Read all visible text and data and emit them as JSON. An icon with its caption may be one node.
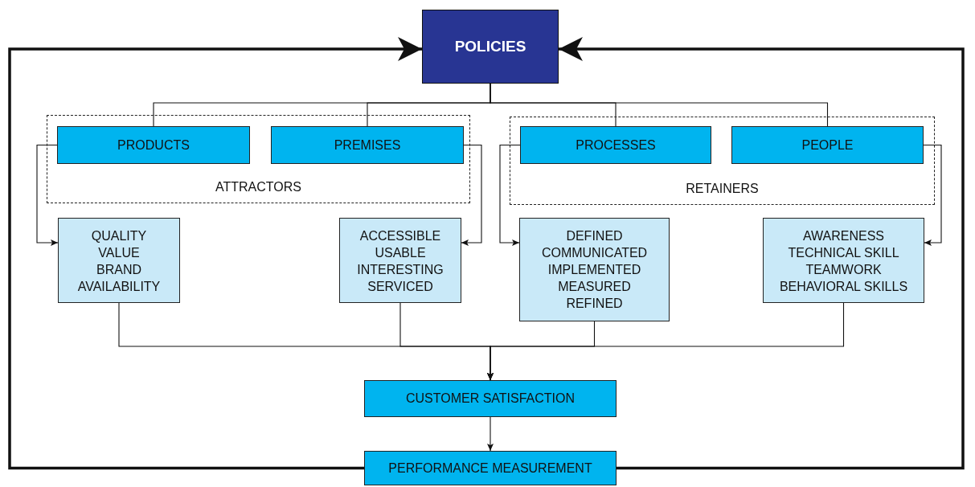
{
  "diagram": {
    "nodes": [
      {
        "text": [
          "POLICIES"
        ]
      },
      {
        "text": [
          "ATTRACTORS"
        ]
      },
      {
        "text": [
          "PRODUCTS"
        ],
        "in": 1
      },
      {
        "text": [
          "PREMISES"
        ],
        "in": 1
      },
      {
        "text": [
          "RETAINERS"
        ]
      },
      {
        "text": [
          "PROCESSES"
        ],
        "in": 4
      },
      {
        "text": [
          "PEOPLE"
        ],
        "in": 4
      },
      {
        "text": [
          "QUALITY",
          "VALUE",
          "BRAND",
          "AVAILABILITY"
        ]
      },
      {
        "text": [
          "ACCESSIBLE",
          "USABLE",
          "INTERESTING",
          "SERVICED"
        ]
      },
      {
        "text": [
          "DEFINED",
          "COMMUNICATED",
          "IMPLEMENTED",
          "MEASURED",
          "REFINED"
        ]
      },
      {
        "text": [
          "AWARENESS",
          "TECHNICAL SKILL",
          "TEAMWORK",
          "BEHAVIORAL SKILLS"
        ]
      },
      {
        "text": [
          "CUSTOMER SATISFACTION"
        ]
      },
      {
        "text": [
          "PERFORMANCE MEASUREMENT"
        ]
      }
    ],
    "edges": [
      {
        "from": 0,
        "to": 2,
        "arrow": "none"
      },
      {
        "from": 0,
        "to": 3,
        "arrow": "none"
      },
      {
        "from": 0,
        "to": 5,
        "arrow": "none"
      },
      {
        "from": 0,
        "to": 6,
        "arrow": "none"
      },
      {
        "from": 2,
        "to": 7,
        "arrow": "to"
      },
      {
        "from": 3,
        "to": 8,
        "arrow": "to"
      },
      {
        "from": 5,
        "to": 9,
        "arrow": "to"
      },
      {
        "from": 6,
        "to": 10,
        "arrow": "to"
      },
      {
        "from": 7,
        "to": 11,
        "arrow": "to"
      },
      {
        "from": 8,
        "to": 11,
        "arrow": "to"
      },
      {
        "from": 9,
        "to": 11,
        "arrow": "to"
      },
      {
        "from": 10,
        "to": 11,
        "arrow": "to"
      },
      {
        "from": 11,
        "to": 12,
        "arrow": "to"
      },
      {
        "from": 12,
        "to": 0,
        "arrow": "to",
        "style": "thick"
      },
      {
        "from": 12,
        "to": 0,
        "arrow": "to",
        "style": "thick"
      }
    ]
  }
}
